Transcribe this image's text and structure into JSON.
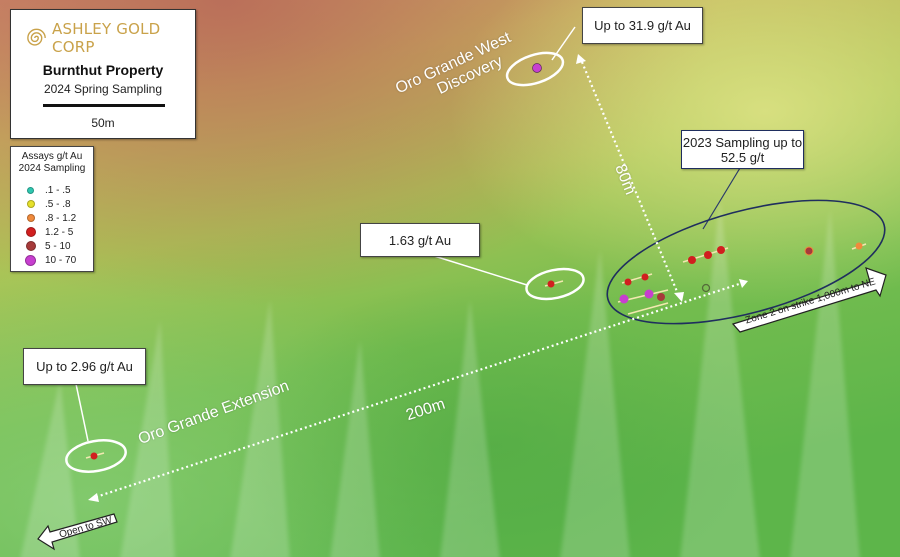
{
  "company": {
    "logo_text": "ASHLEY GOLD CORP",
    "logo_color": "#c9a24a"
  },
  "title_box": {
    "title": "Burnthut Property",
    "subtitle": "2024 Spring Sampling",
    "scale_label": "50m"
  },
  "legend": {
    "title_line1": "Assays g/t Au",
    "title_line2": "2024 Sampling",
    "items": [
      {
        "label": ".1 - .5",
        "color": "#2ec7b0"
      },
      {
        "label": ".5 - .8",
        "color": "#e6e02a"
      },
      {
        "label": ".8 - 1.2",
        "color": "#f08a3c"
      },
      {
        "label": "1.2 - 5",
        "color": "#d11f1f"
      },
      {
        "label": "5 - 10",
        "color": "#a63a3a"
      },
      {
        "label": "10 - 70",
        "color": "#c73fcf"
      }
    ]
  },
  "callouts": {
    "oro_west": "Up to 31.9 g/t Au",
    "center": "1.63 g/t Au",
    "sampling_2023_line1": "2023 Sampling up to",
    "sampling_2023_line2": "52.5 g/t",
    "extension": "Up to 2.96 g/t Au"
  },
  "map_labels": {
    "oro_west_line1": "Oro Grande West",
    "oro_west_line2": "Discovery",
    "oro_extension": "Oro Grande Extension",
    "distance_80m": "80m",
    "distance_200m": "200m",
    "zone2_arrow": "Zone 2 on strike 1,000m to NE",
    "open_sw_arrow": "Open to SW"
  }
}
